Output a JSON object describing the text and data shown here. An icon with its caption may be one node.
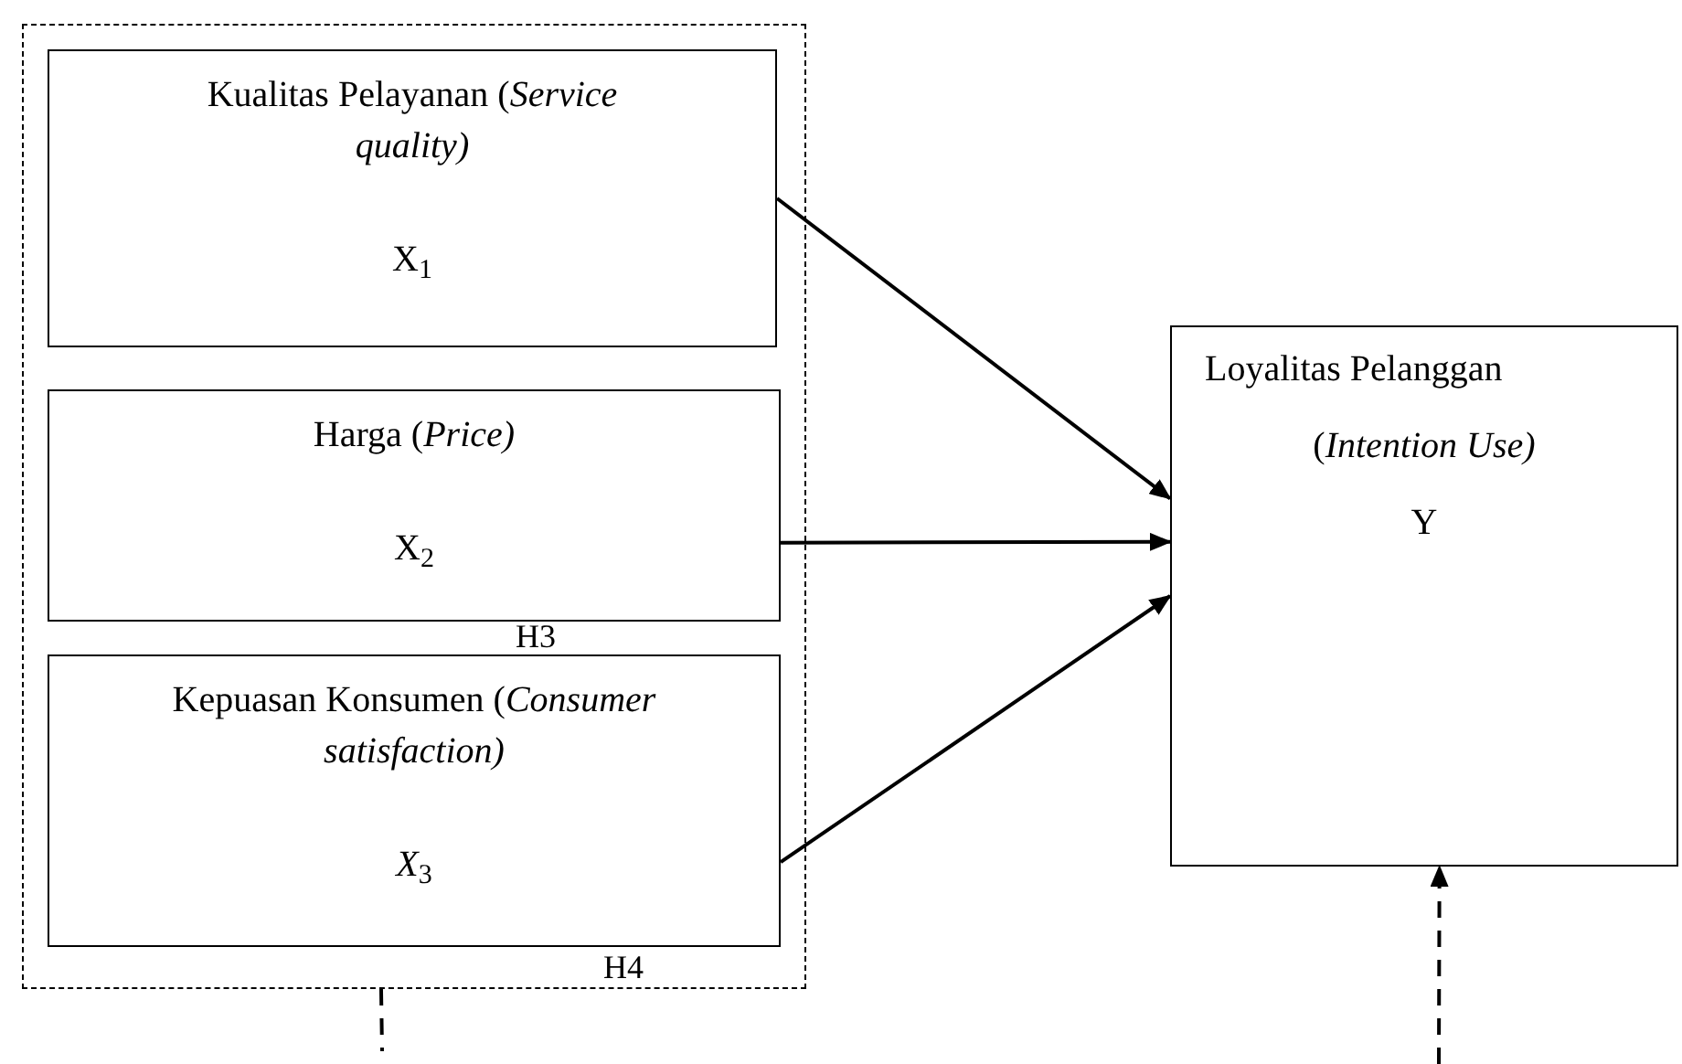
{
  "diagram": {
    "nodes": [
      {
        "text": [],
        "shape": "box"
      },
      {
        "text": [
          "Kualitas Pelayanan (*Service quality)*",
          "X$_{1}$"
        ],
        "in": 0
      },
      {
        "text": [
          "Harga (*Price)*",
          "X$_{2}$"
        ],
        "in": 0
      },
      {
        "text": [
          "Kepuasan Konsumen (*Consumer satisfaction)*",
          "*X*$_{3}$"
        ],
        "in": 0
      },
      {
        "text": [
          "Loyalitas Pelanggan",
          "(*Intention Use)*",
          "Y"
        ]
      }
    ],
    "edges": [
      {
        "from": 1,
        "to": 4,
        "arrow": "to"
      },
      {
        "from": 2,
        "to": 4,
        "arrow": "to"
      },
      {
        "from": 3,
        "to": 4,
        "arrow": "to"
      },
      {
        "from": null,
        "to": 4,
        "arrow": "to",
        "style": "dashed"
      },
      {
        "from": 0,
        "to": null,
        "arrow": "none",
        "style": "dashed"
      }
    ],
    "labels": [
      "H3",
      "H4"
    ]
  }
}
